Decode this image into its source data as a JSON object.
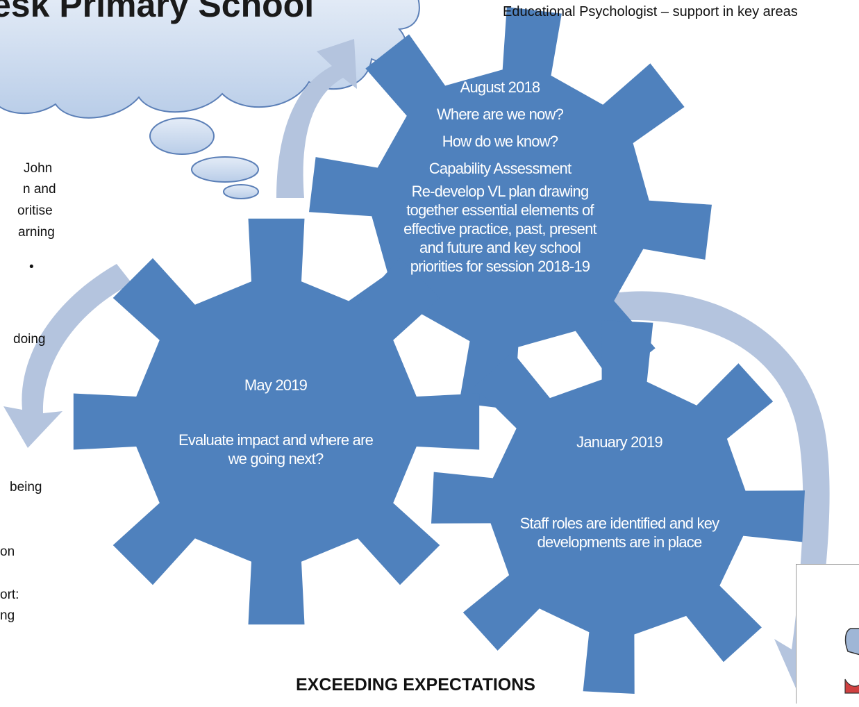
{
  "header": {
    "title": "esk Primary School",
    "support_note": "Educational Psychologist – support in key areas"
  },
  "left_fragments": [
    "John",
    "n and",
    "oritise",
    "arning",
    "•",
    "doing",
    "being",
    "on",
    "ort:",
    "ng"
  ],
  "gears": {
    "august": {
      "date": "August 2018",
      "q1": "Where are we now?",
      "q2": "How do we know?",
      "q3": "Capability Assessment",
      "body": [
        "Re-develop VL plan drawing",
        "together essential elements of",
        "effective practice, past, present",
        "and future and key school",
        "priorities for session 2018-19"
      ]
    },
    "may": {
      "date": "May 2019",
      "body": [
        "Evaluate impact and where are",
        "we going next?"
      ]
    },
    "january": {
      "date": "January 2019",
      "body": [
        "Staff roles are identified and key",
        "developments  are in place"
      ]
    }
  },
  "footer": {
    "text": "EXCEEDING EXPECTATIONS"
  },
  "colors": {
    "gear": "#4f81bd",
    "arrow": "#b4c4de",
    "cloud_fill": "#c9d8ee",
    "cloud_stroke": "#5b7fb7"
  }
}
